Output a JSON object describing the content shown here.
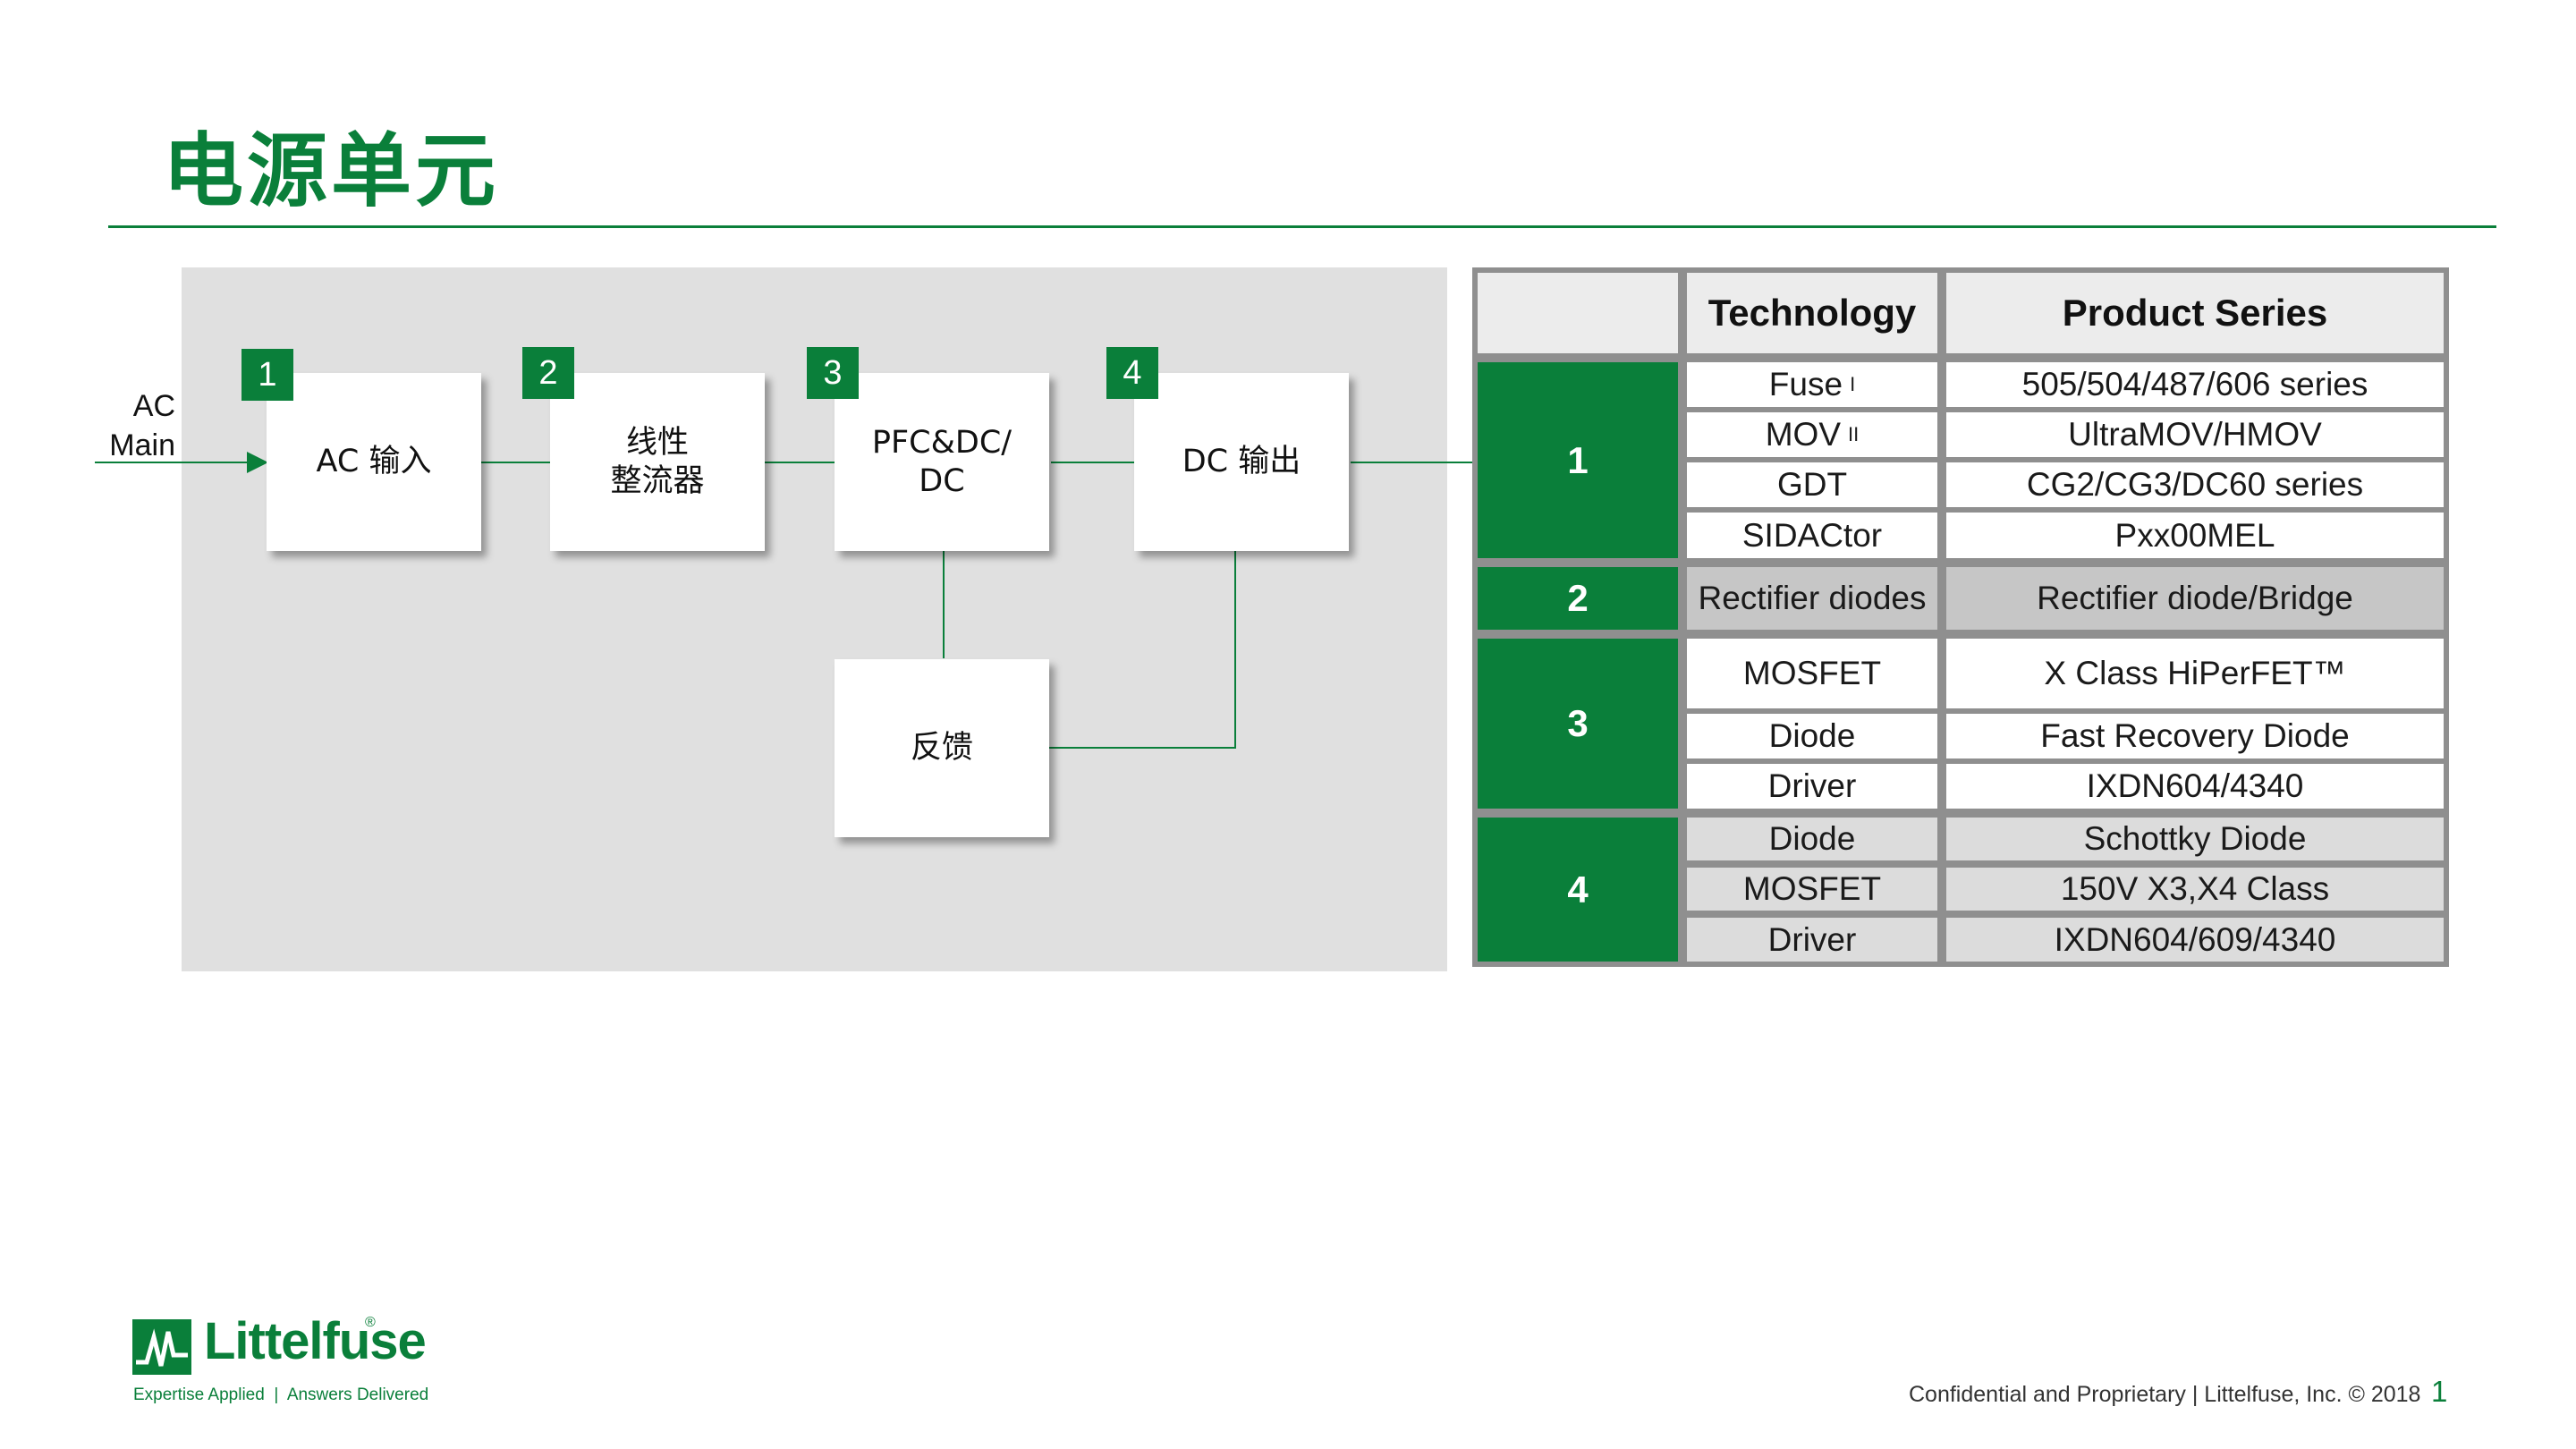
{
  "slide": {
    "title": "电源单元"
  },
  "diagram": {
    "input_label": "AC\nMain",
    "blocks": [
      {
        "num": "1",
        "label": "AC 输入"
      },
      {
        "num": "2",
        "label": "线性\n整流器"
      },
      {
        "num": "3",
        "label": "PFC&DC/\nDC"
      },
      {
        "num": "4",
        "label": "DC 输出"
      },
      {
        "label": "反馈"
      }
    ]
  },
  "table": {
    "headers": [
      "",
      "Technology",
      "Product Series"
    ],
    "groups": [
      {
        "num": "1",
        "rows": [
          {
            "tech": "Fuse",
            "sup": "I",
            "series": "505/504/487/606 series"
          },
          {
            "tech": "MOV",
            "sup": "II",
            "series": "UltraMOV/HMOV"
          },
          {
            "tech": "GDT",
            "series": "CG2/CG3/DC60 series"
          },
          {
            "tech": "SIDACtor",
            "series": "Pxx00MEL"
          }
        ]
      },
      {
        "num": "2",
        "rows": [
          {
            "tech": "Rectifier diodes",
            "series": "Rectifier diode/Bridge"
          }
        ]
      },
      {
        "num": "3",
        "rows": [
          {
            "tech": "MOSFET",
            "series": "X Class HiPerFET™"
          },
          {
            "tech": "Diode",
            "series": "Fast Recovery Diode"
          },
          {
            "tech": "Driver",
            "series": "IXDN604/4340"
          }
        ]
      },
      {
        "num": "4",
        "rows": [
          {
            "tech": "Diode",
            "series": "Schottky Diode"
          },
          {
            "tech": "MOSFET",
            "series": "150V X3,X4 Class"
          },
          {
            "tech": "Driver",
            "series": "IXDN604/609/4340"
          }
        ]
      }
    ]
  },
  "footer": {
    "logo_text": "Littelfuse",
    "logo_registered": "®",
    "tagline": "Expertise Applied  |  Answers Delivered",
    "confidential": "Confidential and Proprietary | Littelfuse, Inc. © 2018",
    "page_number": "1"
  },
  "colors": {
    "brand_green": "#0a7f3a",
    "panel_gray": "#e0e0e0",
    "row_gray": "#c6c6c6"
  }
}
